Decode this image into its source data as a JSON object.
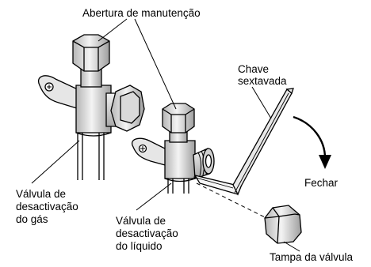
{
  "labels": {
    "service_port": "Abertura de manutenção",
    "hex_key_line1": "Chave",
    "hex_key_line2": "sextavada",
    "close": "Fechar",
    "gas_valve_line1": "Válvula de",
    "gas_valve_line2": "desactivação",
    "gas_valve_line3": "do gás",
    "liquid_valve_line1": "Válvula de",
    "liquid_valve_line2": "desactivação",
    "liquid_valve_line3": "do líquido",
    "valve_cap": "Tampa da válvula"
  },
  "colors": {
    "line": "#000000",
    "metal_light": "#f2f2f2",
    "metal_mid": "#c8c8c8",
    "metal_dark": "#9a9a9a"
  }
}
